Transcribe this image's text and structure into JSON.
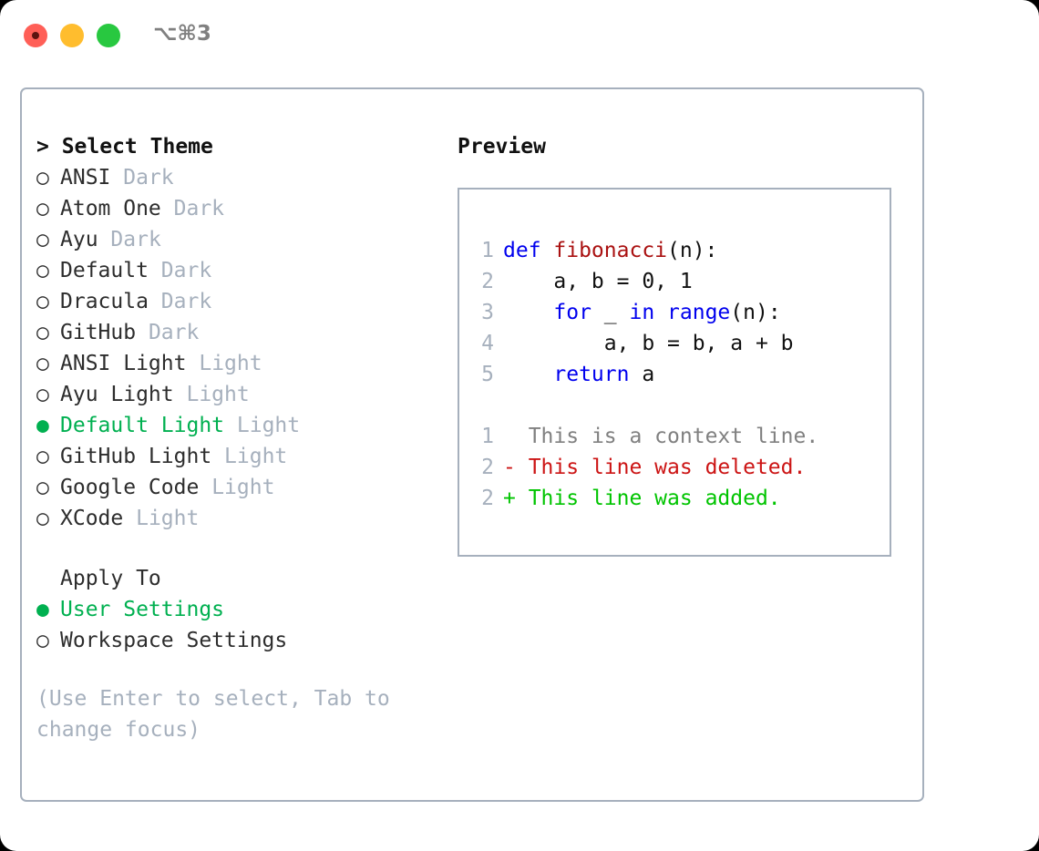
{
  "titlebar": {
    "shortcut": "⌥⌘3",
    "buttons": [
      "close",
      "minimize",
      "maximize"
    ]
  },
  "theme_panel": {
    "header": "> Select Theme",
    "items": [
      {
        "bullet": "○",
        "name": "ANSI",
        "suffix": "Dark",
        "selected": false
      },
      {
        "bullet": "○",
        "name": "Atom One",
        "suffix": "Dark",
        "selected": false
      },
      {
        "bullet": "○",
        "name": "Ayu",
        "suffix": "Dark",
        "selected": false
      },
      {
        "bullet": "○",
        "name": "Default",
        "suffix": "Dark",
        "selected": false
      },
      {
        "bullet": "○",
        "name": "Dracula",
        "suffix": "Dark",
        "selected": false
      },
      {
        "bullet": "○",
        "name": "GitHub",
        "suffix": "Dark",
        "selected": false
      },
      {
        "bullet": "○",
        "name": "ANSI Light",
        "suffix": "Light",
        "selected": false
      },
      {
        "bullet": "○",
        "name": "Ayu Light",
        "suffix": "Light",
        "selected": false
      },
      {
        "bullet": "●",
        "name": "Default Light",
        "suffix": "Light",
        "selected": true
      },
      {
        "bullet": "○",
        "name": "GitHub Light",
        "suffix": "Light",
        "selected": false
      },
      {
        "bullet": "○",
        "name": "Google Code",
        "suffix": "Light",
        "selected": false
      },
      {
        "bullet": "○",
        "name": "XCode",
        "suffix": "Light",
        "selected": false
      }
    ]
  },
  "apply_to": {
    "header": "Apply To",
    "options": [
      {
        "bullet": "●",
        "label": "User Settings",
        "selected": true
      },
      {
        "bullet": "○",
        "label": "Workspace Settings",
        "selected": false
      }
    ]
  },
  "hint": "(Use Enter to select, Tab to change focus)",
  "preview": {
    "title": "Preview",
    "code_lines": [
      {
        "num": "1",
        "segments": [
          {
            "t": "def ",
            "c": "kw"
          },
          {
            "t": "fibonacci",
            "c": "fn"
          },
          {
            "t": "(n):",
            "c": "tx"
          }
        ]
      },
      {
        "num": "2",
        "segments": [
          {
            "t": "    a, b = 0, 1",
            "c": "tx"
          }
        ]
      },
      {
        "num": "3",
        "segments": [
          {
            "t": "    ",
            "c": "tx"
          },
          {
            "t": "for",
            "c": "kw"
          },
          {
            "t": " _ ",
            "c": "tx"
          },
          {
            "t": "in",
            "c": "kw"
          },
          {
            "t": " ",
            "c": "tx"
          },
          {
            "t": "range",
            "c": "kw"
          },
          {
            "t": "(n):",
            "c": "tx"
          }
        ]
      },
      {
        "num": "4",
        "segments": [
          {
            "t": "        a, b = b, a + b",
            "c": "tx"
          }
        ]
      },
      {
        "num": "5",
        "segments": [
          {
            "t": "    ",
            "c": "tx"
          },
          {
            "t": "return",
            "c": "kw"
          },
          {
            "t": " a",
            "c": "tx"
          }
        ]
      }
    ],
    "diff_lines": [
      {
        "num": "1",
        "marker": "  ",
        "text": "This is a context line.",
        "kind": "ctx"
      },
      {
        "num": "2",
        "marker": "- ",
        "text": "This line was deleted.",
        "kind": "del"
      },
      {
        "num": "2",
        "marker": "+ ",
        "text": "This line was added.",
        "kind": "add"
      }
    ]
  },
  "colors": {
    "selected_green": "#00b050",
    "added_green": "#00c400",
    "deleted_red": "#cc1414",
    "keyword_blue": "#0000ee",
    "function_red": "#aa1111",
    "muted_gray": "#a6b0bd",
    "text_dark": "#2d2d2d"
  }
}
